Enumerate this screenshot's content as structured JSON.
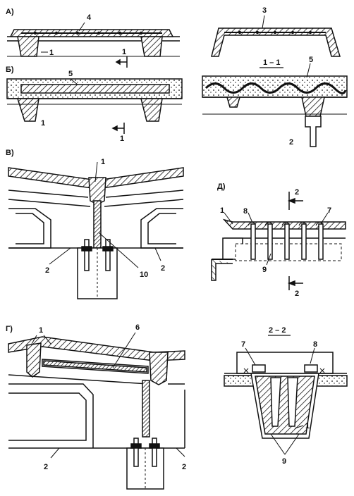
{
  "panels": {
    "a": "А)",
    "b": "Б)",
    "v": "В)",
    "g": "Г)",
    "d": "Д)"
  },
  "section_titles": {
    "s11": "1 – 1",
    "s22": "2 – 2"
  },
  "section_marks": {
    "one": "1",
    "two": "2"
  },
  "callouts": {
    "n1": "1",
    "n2": "2",
    "n3": "3",
    "n4": "4",
    "n5": "5",
    "n6": "6",
    "n7": "7",
    "n8": "8",
    "n9": "9",
    "n10": "10"
  }
}
